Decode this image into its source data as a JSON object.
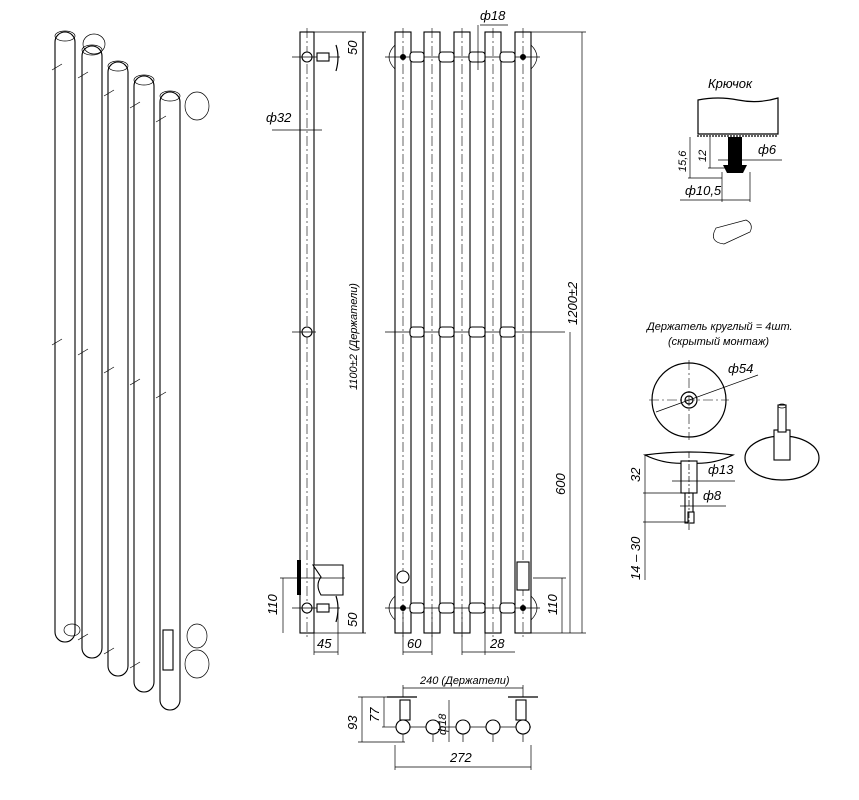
{
  "drawing": {
    "front": {
      "pipe_dia": "ф18",
      "height_total": "1200±2",
      "height_mid": "600",
      "height_bottom": "110",
      "spacing_edge": "60",
      "spacing_pipe": "28"
    },
    "side": {
      "top_offset": "50",
      "pipe_dia": "ф32",
      "holders_span": "1100±2 (Держатели)",
      "bottom_height": "110",
      "bottom_offset": "50",
      "depth": "45"
    },
    "top": {
      "holders_width": "240 (Держатели)",
      "depth_total": "93",
      "depth_axis": "77",
      "pipe_dia": "ф18",
      "width_total": "272"
    },
    "hook": {
      "title": "Крючок",
      "height_total": "15,6",
      "height_shaft": "12",
      "shaft_dia": "ф6",
      "head_dia": "ф10,5"
    },
    "holder": {
      "title": "Держатель круглый = 4шт.",
      "subtitle": "(скрытый монтаж)",
      "disc_dia": "ф54",
      "outer_dia": "ф13",
      "inner_dia": "ф8",
      "height": "32",
      "wall_range": "14 – 30"
    }
  }
}
